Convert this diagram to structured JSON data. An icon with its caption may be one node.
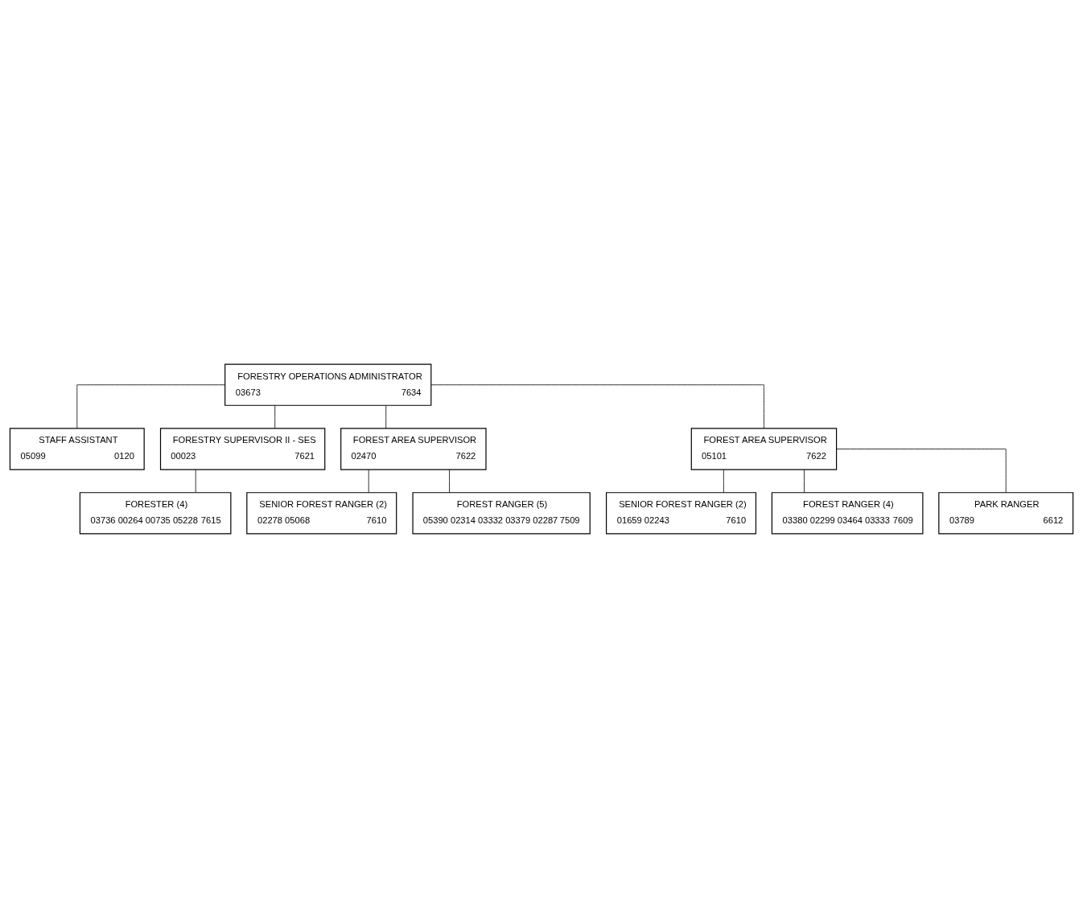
{
  "diagram": {
    "nodes": [
      {
        "text": [
          "FORESTRY OPERATIONS ADMINISTRATOR",
          "03673",
          "7634"
        ]
      },
      {
        "text": [
          "STAFF ASSISTANT",
          "05099",
          "0120"
        ]
      },
      {
        "text": [
          "FORESTRY SUPERVISOR II - SES",
          "00023",
          "7621"
        ]
      },
      {
        "text": [
          "FOREST AREA SUPERVISOR",
          "02470",
          "7622"
        ]
      },
      {
        "text": [
          "FOREST AREA SUPERVISOR",
          "05101",
          "7622"
        ]
      },
      {
        "text": [
          "FORESTER (4)",
          "03736 00264 00735 05228",
          "7615"
        ]
      },
      {
        "text": [
          "SENIOR FOREST RANGER (2)",
          "02278 05068",
          "7610"
        ]
      },
      {
        "text": [
          "FOREST RANGER (5)",
          "05390 02314 03332 03379 02287",
          "7509"
        ]
      },
      {
        "text": [
          "SENIOR FOREST RANGER (2)",
          "01659 02243",
          "7610"
        ]
      },
      {
        "text": [
          "FOREST RANGER (4)",
          "03380 02299 03464 03333",
          "7609"
        ]
      },
      {
        "text": [
          "PARK RANGER",
          "03789",
          "6612"
        ]
      }
    ],
    "edges": [
      {
        "from": 0,
        "to": 1,
        "arrow": "none"
      },
      {
        "from": 0,
        "to": 2,
        "arrow": "none"
      },
      {
        "from": 0,
        "to": 3,
        "arrow": "none"
      },
      {
        "from": 0,
        "to": 4,
        "arrow": "none"
      },
      {
        "from": 2,
        "to": 5,
        "arrow": "none"
      },
      {
        "from": 3,
        "to": 6,
        "arrow": "none"
      },
      {
        "from": 3,
        "to": 7,
        "arrow": "none"
      },
      {
        "from": 4,
        "to": 8,
        "arrow": "none"
      },
      {
        "from": 4,
        "to": 9,
        "arrow": "none"
      },
      {
        "from": 4,
        "to": 10,
        "arrow": "none"
      }
    ]
  }
}
